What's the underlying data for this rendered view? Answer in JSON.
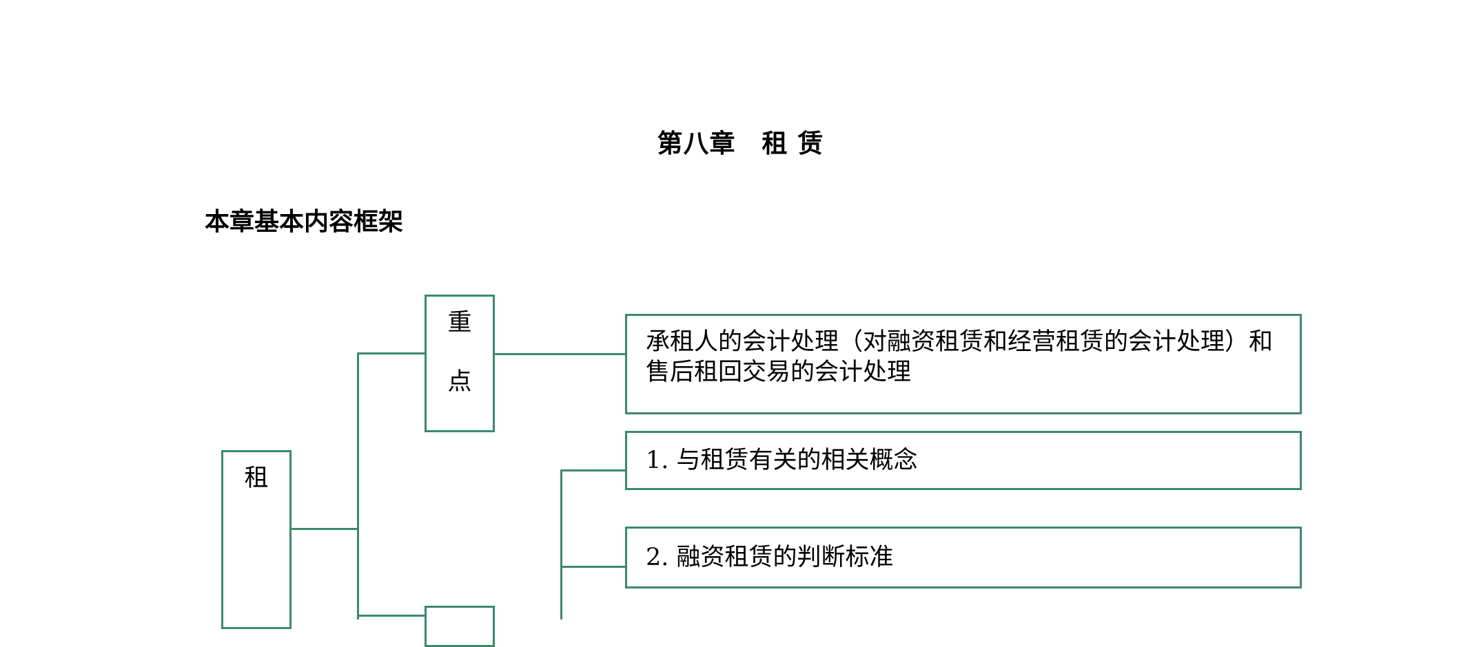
{
  "document": {
    "title": "第八章　租 赁",
    "section_heading": "本章基本内容框架"
  },
  "diagram": {
    "root": {
      "label_char_1": "租"
    },
    "branch_key_points": {
      "label_char_1": "重",
      "label_char_2": "点"
    },
    "key_point_content": "承租人的会计处理（对融资租赁和经营租赁的会计处理）和售后租回交易的会计处理",
    "items": [
      "1. 与租赁有关的相关概念",
      "2. 融资租赁的判断标准"
    ]
  }
}
